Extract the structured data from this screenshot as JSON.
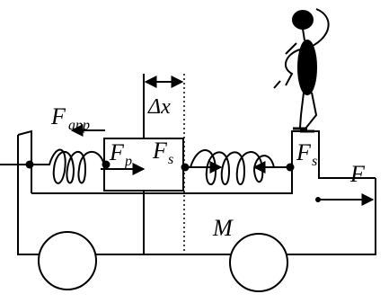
{
  "labels": {
    "delta_x": {
      "main": "Δx"
    },
    "f_app": {
      "main": "F",
      "sub": "app"
    },
    "f_p": {
      "main": "F",
      "sub": "p"
    },
    "f_s_middle": {
      "main": "F",
      "sub": "s"
    },
    "f_s_right": {
      "main": "F",
      "sub": "s"
    },
    "f_external": {
      "main": "F"
    },
    "mass": {
      "main": "M"
    }
  },
  "figure": {
    "character": "stick-figure-person",
    "stroke_color": "#000000",
    "background": "#ffffff"
  }
}
